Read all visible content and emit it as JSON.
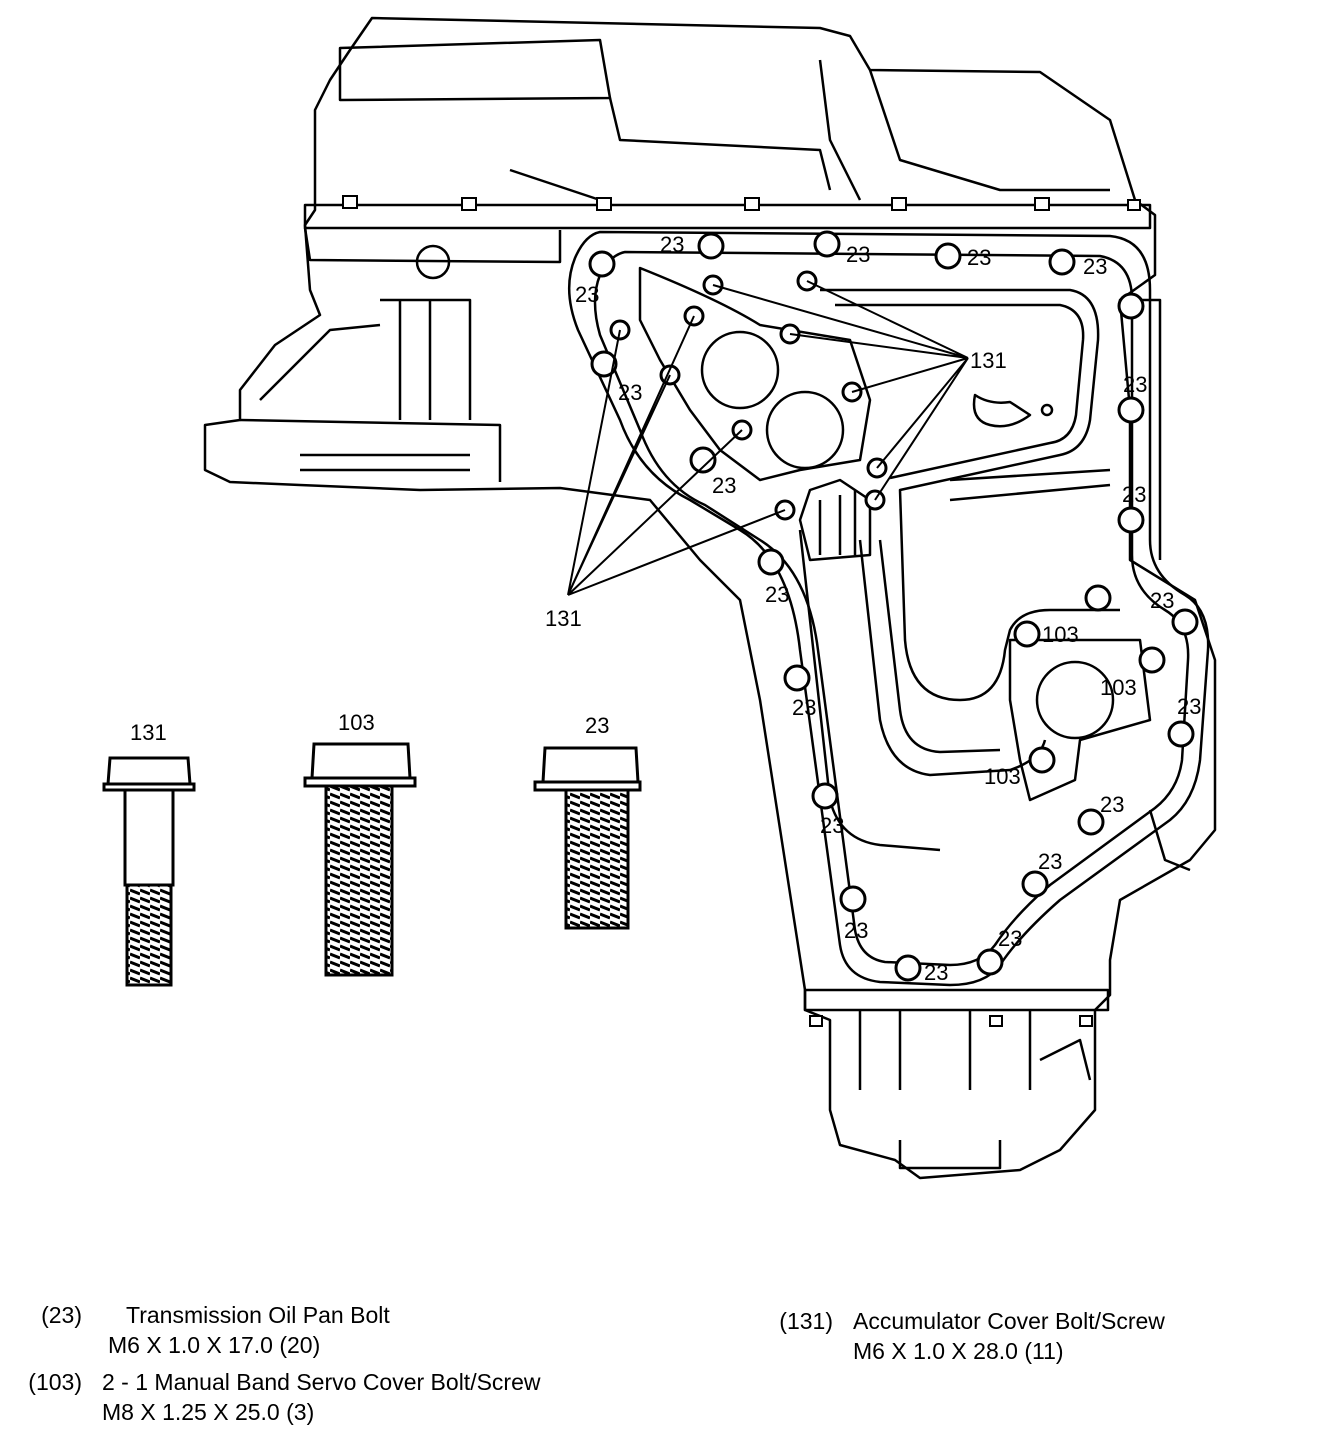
{
  "callouts": {
    "c23": "23",
    "c103": "103",
    "c131": "131"
  },
  "bolts": [
    {
      "code": "131"
    },
    {
      "code": "103"
    },
    {
      "code": "23"
    }
  ],
  "legend": [
    {
      "code": "(23)",
      "name": "Transmission Oil Pan Bolt",
      "spec": "M6 X 1.0 X 17.0 (20)"
    },
    {
      "code": "(103)",
      "name": "2 - 1 Manual Band Servo Cover Bolt/Screw",
      "spec": "M8 X 1.25 X 25.0 (3)"
    },
    {
      "code": "(131)",
      "name": "Accumulator Cover Bolt/Screw",
      "spec": "M6 X 1.0 X 28.0 (11)"
    }
  ]
}
